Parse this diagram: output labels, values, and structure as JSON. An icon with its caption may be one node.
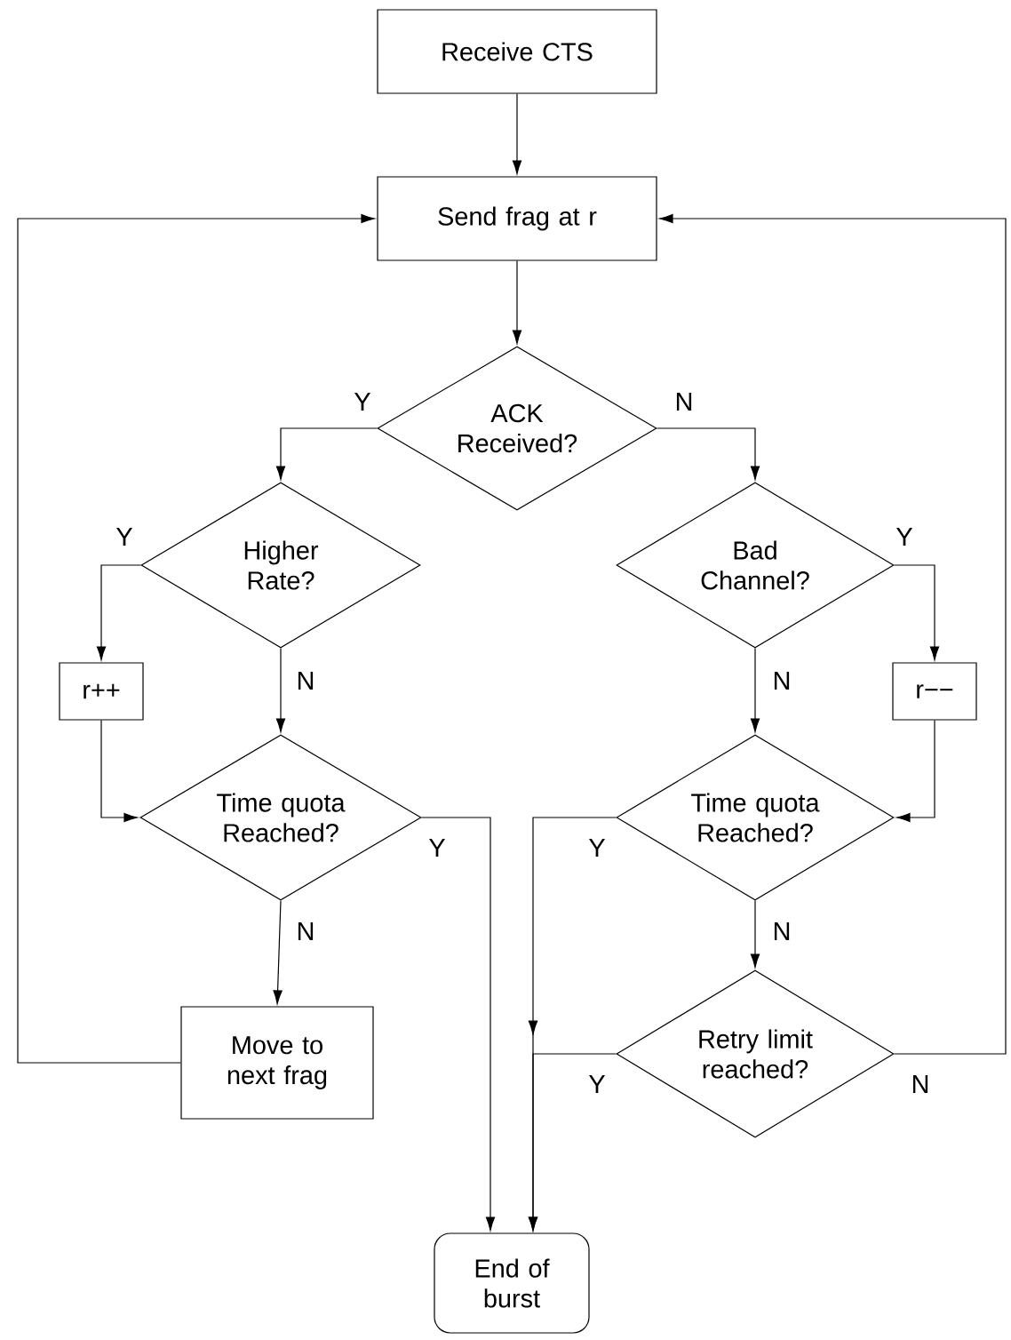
{
  "diagram": {
    "nodes": [
      {
        "text": [
          "Receive CTS"
        ]
      },
      {
        "text": [
          "Send frag at r"
        ]
      },
      {
        "text": [
          "ACK Received?"
        ]
      },
      {
        "text": [
          "Higher Rate?"
        ]
      },
      {
        "text": [
          "Bad Channel?"
        ]
      },
      {
        "text": [
          "r++"
        ]
      },
      {
        "text": [
          "r−−"
        ]
      },
      {
        "text": [
          "Time quota Reached?"
        ]
      },
      {
        "text": [
          "Time quota Reached?"
        ]
      },
      {
        "text": [
          "Move to next frag"
        ]
      },
      {
        "text": [
          "Retry limit reached?"
        ]
      },
      {
        "text": [
          "End of burst"
        ]
      }
    ],
    "edges": [
      {
        "from": 0,
        "to": 1,
        "arrow": "to"
      },
      {
        "from": 1,
        "to": 2,
        "arrow": "to"
      },
      {
        "from": 2,
        "to": 3,
        "arrow": "to",
        "label": "Y"
      },
      {
        "from": 2,
        "to": 4,
        "arrow": "to",
        "label": "N"
      },
      {
        "from": 3,
        "to": 5,
        "arrow": "to",
        "label": "Y"
      },
      {
        "from": 3,
        "to": 7,
        "arrow": "to",
        "label": "N"
      },
      {
        "from": 5,
        "to": 7,
        "arrow": "to"
      },
      {
        "from": 4,
        "to": 6,
        "arrow": "to",
        "label": "Y"
      },
      {
        "from": 4,
        "to": 8,
        "arrow": "to",
        "label": "N"
      },
      {
        "from": 6,
        "to": 8,
        "arrow": "to"
      },
      {
        "from": 7,
        "to": 9,
        "arrow": "to",
        "label": "N"
      },
      {
        "from": 7,
        "to": 11,
        "arrow": "to",
        "label": "Y"
      },
      {
        "from": 8,
        "to": 11,
        "arrow": "to",
        "label": "Y"
      },
      {
        "from": 8,
        "to": 10,
        "arrow": "to",
        "label": "N"
      },
      {
        "from": 9,
        "to": 1,
        "arrow": "to"
      },
      {
        "from": 10,
        "to": 11,
        "arrow": "to",
        "label": "Y"
      },
      {
        "from": 10,
        "to": 1,
        "arrow": "to",
        "label": "N"
      }
    ]
  }
}
